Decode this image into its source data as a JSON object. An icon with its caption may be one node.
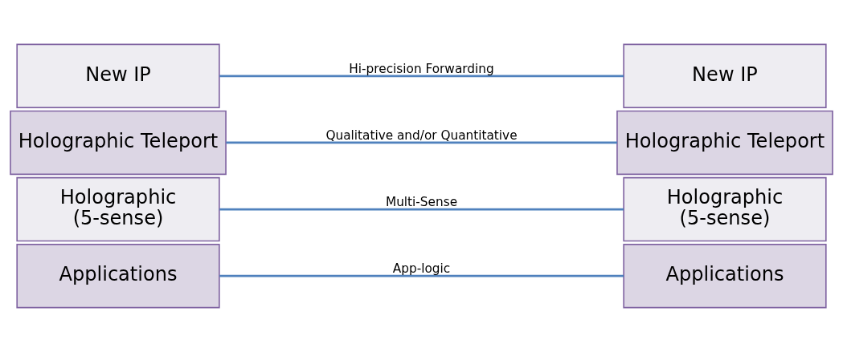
{
  "diagram": {
    "nodes": [
      {
        "text": [
          "Applications"
        ]
      },
      {
        "text": [
          "Holographic",
          "(5-sense)"
        ]
      },
      {
        "text": [
          "Holographic Teleport"
        ]
      },
      {
        "text": [
          "New IP"
        ]
      },
      {
        "text": [
          "Applications"
        ]
      },
      {
        "text": [
          "Holographic",
          "(5-sense)"
        ]
      },
      {
        "text": [
          "Holographic Teleport"
        ]
      },
      {
        "text": [
          "New IP"
        ]
      }
    ],
    "edges": [
      {
        "from": 0,
        "to": 4,
        "arrow": "none",
        "label": "App-logic"
      },
      {
        "from": 1,
        "to": 5,
        "arrow": "none",
        "label": "Multi-Sense"
      },
      {
        "from": 2,
        "to": 6,
        "arrow": "none",
        "label": "Qualitative and/or Quantitative"
      },
      {
        "from": 3,
        "to": 7,
        "arrow": "none",
        "label": "Hi-precision Forwarding"
      }
    ]
  }
}
